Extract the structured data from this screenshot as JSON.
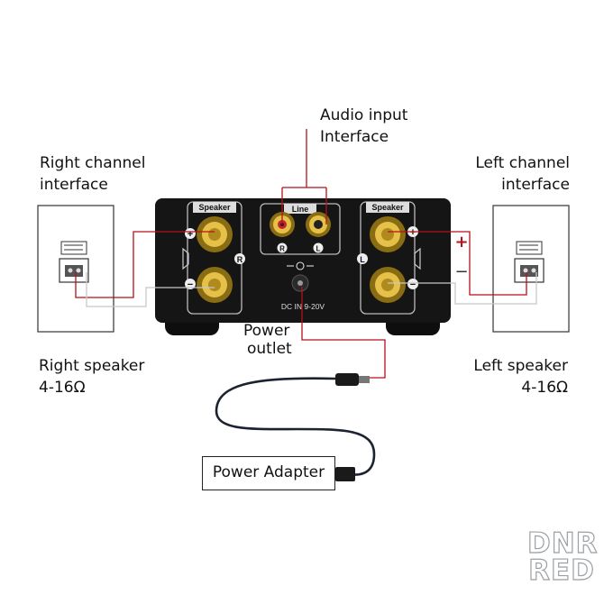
{
  "labels": {
    "audio_input": [
      "Audio input",
      "Interface"
    ],
    "right_channel": [
      "Right channel",
      "interface"
    ],
    "left_channel": [
      "Left channel",
      "interface"
    ],
    "power_outlet": [
      "Power",
      "outlet"
    ],
    "right_speaker": [
      "Right speaker",
      "4-16Ω"
    ],
    "left_speaker": [
      "Left speaker",
      "4-16Ω"
    ],
    "power_adapter": "Power Adapter"
  },
  "panel": {
    "speaker_left_title": "Speaker",
    "speaker_right_title": "Speaker",
    "line_title": "Line",
    "r_mark": "R",
    "l_mark": "L",
    "line_r": "R",
    "line_l": "L",
    "dc_label": "DC IN 9-20V",
    "plus": "+",
    "minus": "−"
  },
  "polarity": {
    "plus": "+",
    "minus": "−"
  },
  "watermark": [
    "DNR",
    "RED"
  ],
  "colors": {
    "signal_wire": "#b3121b",
    "ground_wire": "#c8c8c8",
    "amp_body": "#151515",
    "gold": "#c9a227"
  }
}
